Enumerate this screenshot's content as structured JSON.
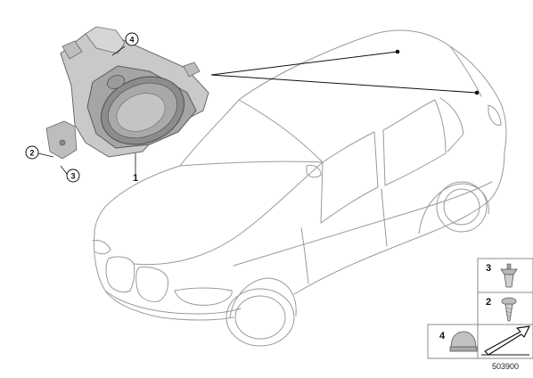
{
  "diagram": {
    "callouts": {
      "part_4_top": "4",
      "part_2_left": "2",
      "part_3_left": "3",
      "part_1_label": "1"
    },
    "legend": {
      "items": [
        {
          "number": "3",
          "part": "expanding-rivet"
        },
        {
          "number": "2",
          "part": "screw"
        },
        {
          "number": "4",
          "part": "rubber-nut"
        }
      ]
    },
    "diagram_id": "503900",
    "icons": [
      "speaker-icon",
      "car-outline",
      "direction-arrow-icon"
    ]
  }
}
